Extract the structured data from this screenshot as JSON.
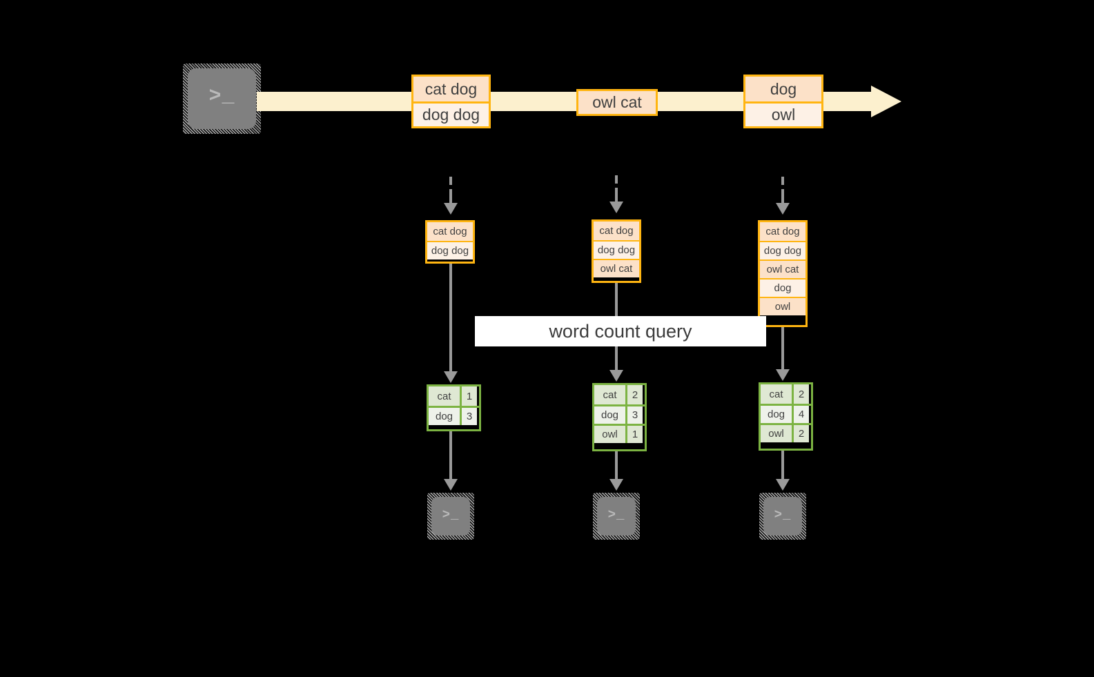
{
  "diagram": {
    "title": "word count query stream diagram",
    "colors": {
      "record_border": "#ffb511",
      "record_fill_dark": "#fce1c8",
      "record_fill_light": "#fdf1e6",
      "stream_band": "#fcf0ce",
      "table_border": "#7cb342",
      "table_fill_dark": "#dfe8d3",
      "table_fill_light": "#eef2ea",
      "arrow_gray": "#9a9a9a",
      "terminal_body": "#808080",
      "background": "#000000"
    },
    "query_label": "word count query",
    "source_icon": "terminal-icon",
    "sink_icon": "terminal-icon",
    "terminal_glyph": ">_",
    "stream": {
      "records": [
        {
          "name": "record-group-1",
          "lines": [
            "cat dog",
            "dog dog"
          ]
        },
        {
          "name": "record-group-2",
          "lines": [
            "owl cat"
          ]
        },
        {
          "name": "record-group-3",
          "lines": [
            "dog",
            "owl"
          ]
        }
      ]
    },
    "snapshots": [
      {
        "name": "snapshot-1",
        "lines": [
          "cat dog",
          "dog dog"
        ]
      },
      {
        "name": "snapshot-2",
        "lines": [
          "cat dog",
          "dog dog",
          "owl cat"
        ]
      },
      {
        "name": "snapshot-3",
        "lines": [
          "cat dog",
          "dog dog",
          "owl cat",
          "dog",
          "owl"
        ]
      }
    ],
    "results": [
      {
        "name": "result-table-1",
        "rows": [
          {
            "word": "cat",
            "count": "1"
          },
          {
            "word": "dog",
            "count": "3"
          }
        ]
      },
      {
        "name": "result-table-2",
        "rows": [
          {
            "word": "cat",
            "count": "2"
          },
          {
            "word": "dog",
            "count": "3"
          },
          {
            "word": "owl",
            "count": "1"
          }
        ]
      },
      {
        "name": "result-table-3",
        "rows": [
          {
            "word": "cat",
            "count": "2"
          },
          {
            "word": "dog",
            "count": "4"
          },
          {
            "word": "owl",
            "count": "2"
          }
        ]
      }
    ]
  }
}
